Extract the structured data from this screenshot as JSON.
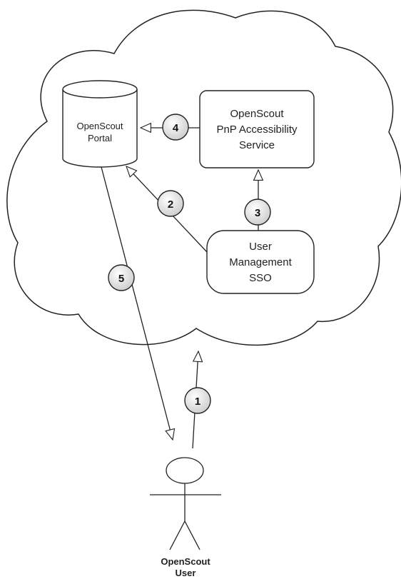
{
  "nodes": {
    "portal": {
      "line1": "OpenScout",
      "line2": "Portal"
    },
    "accessibility": {
      "line1": "OpenScout",
      "line2": "PnP Accessibility",
      "line3": "Service"
    },
    "user_management": {
      "line1": "User",
      "line2": "Management",
      "line3": "SSO"
    },
    "actor": {
      "line1": "OpenScout",
      "line2": "User"
    }
  },
  "steps": {
    "s1": "1",
    "s2": "2",
    "s3": "3",
    "s4": "4",
    "s5": "5"
  }
}
